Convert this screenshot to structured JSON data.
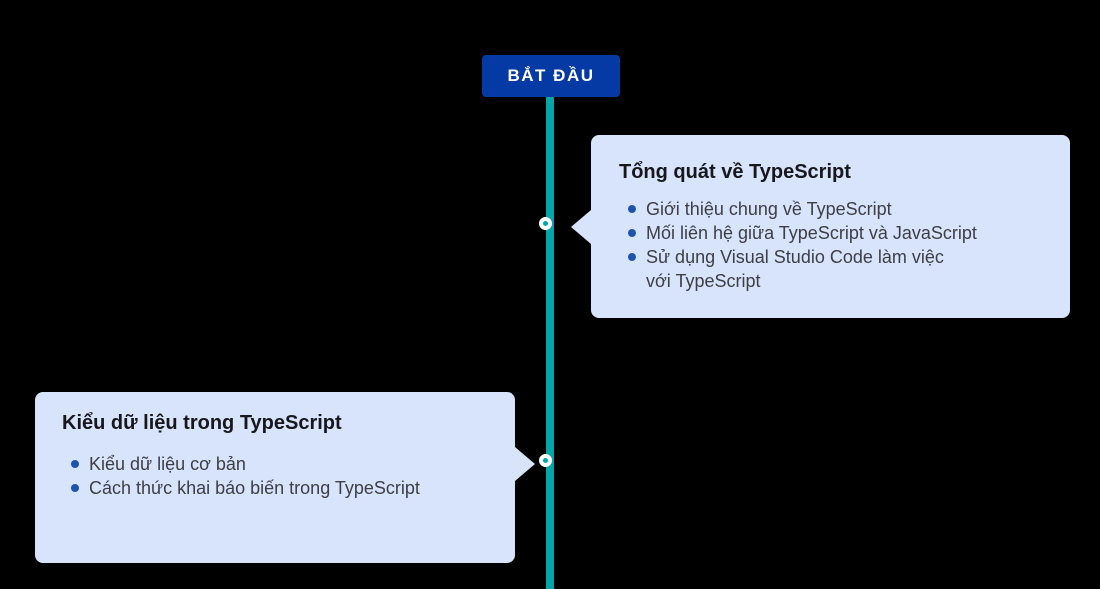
{
  "colors": {
    "background": "#000000",
    "badge_bg": "#0539A3",
    "badge_text": "#FFFFFF",
    "timeline": "#00A6A8",
    "node_fill": "#00A6A8",
    "node_ring": "#FFFFFF",
    "box_bg": "#D7E4FC",
    "title_text": "#17171C",
    "body_text": "#3E3E44",
    "bullet": "#1D54AE"
  },
  "badge": {
    "label": "BẮT ĐẦU"
  },
  "boxes": [
    {
      "title": "Tổng quát về TypeScript",
      "items": [
        "Giới thiệu chung về TypeScript",
        "Mối liên hệ giữa TypeScript và JavaScript",
        "Sử dụng Visual Studio Code làm việc\nvới TypeScript"
      ]
    },
    {
      "title": "Kiểu dữ liệu trong TypeScript",
      "items": [
        "Kiểu dữ liệu cơ bản",
        "Cách thức khai báo biến trong TypeScript"
      ]
    }
  ]
}
